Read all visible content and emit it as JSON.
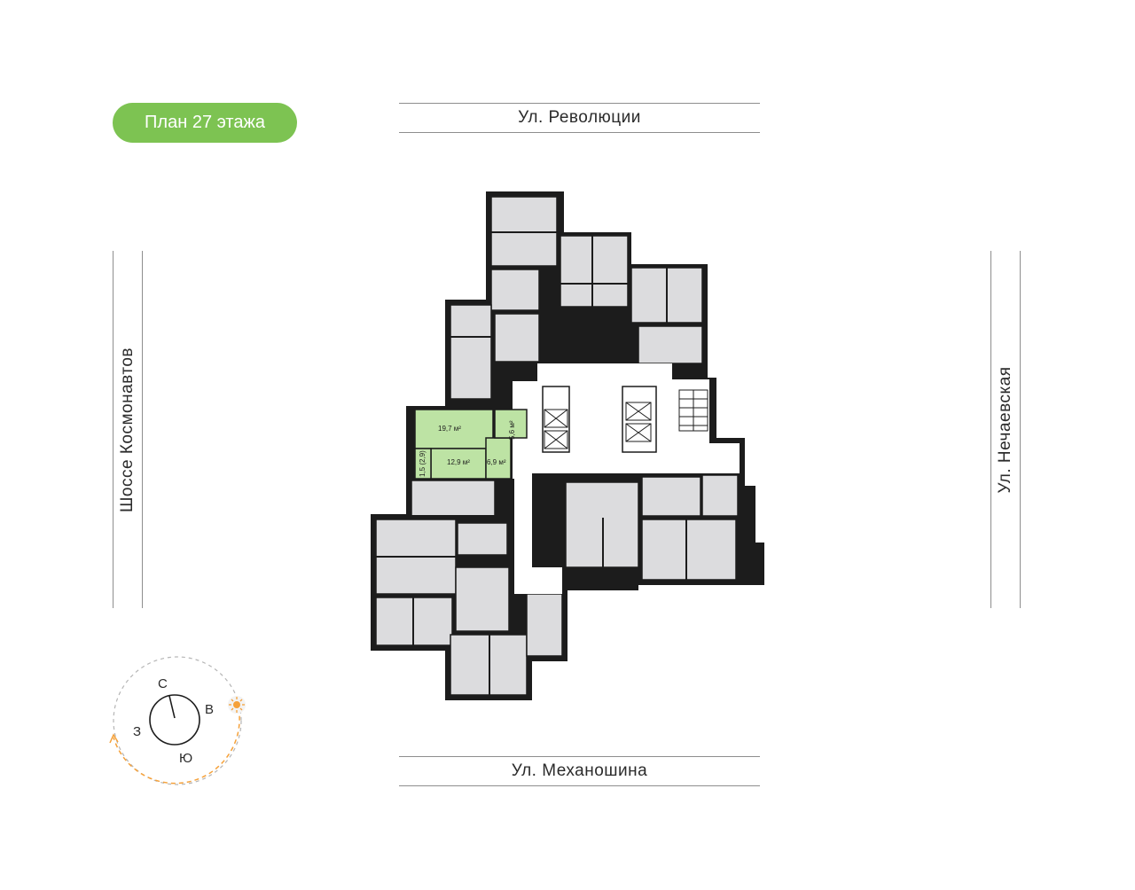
{
  "floor_badge": {
    "label": "План 27 этажа",
    "color": "#7dc352"
  },
  "streets": {
    "top": "Ул. Революции",
    "bottom": "Ул. Механошина",
    "left": "Шоссе Космонавтов",
    "right": "Ул. Нечаевская"
  },
  "highlighted_apartment": {
    "fill_color": "#bde3a4",
    "rooms": [
      {
        "area": "19,7 м²"
      },
      {
        "area": "12,9 м²"
      },
      {
        "area": "6,9 м²"
      },
      {
        "area": "5,6 м²"
      },
      {
        "area": "1,5 (2,9)"
      }
    ]
  },
  "colors": {
    "apartment_fill": "#dcdcde",
    "wall": "#1c1c1c",
    "corridor": "#ffffff",
    "sun": "#f5a13a",
    "sun_path": "#f5a13a"
  },
  "compass": {
    "north": "С",
    "east": "В",
    "south": "Ю",
    "west": "З",
    "sun_icon": "sun-icon"
  }
}
